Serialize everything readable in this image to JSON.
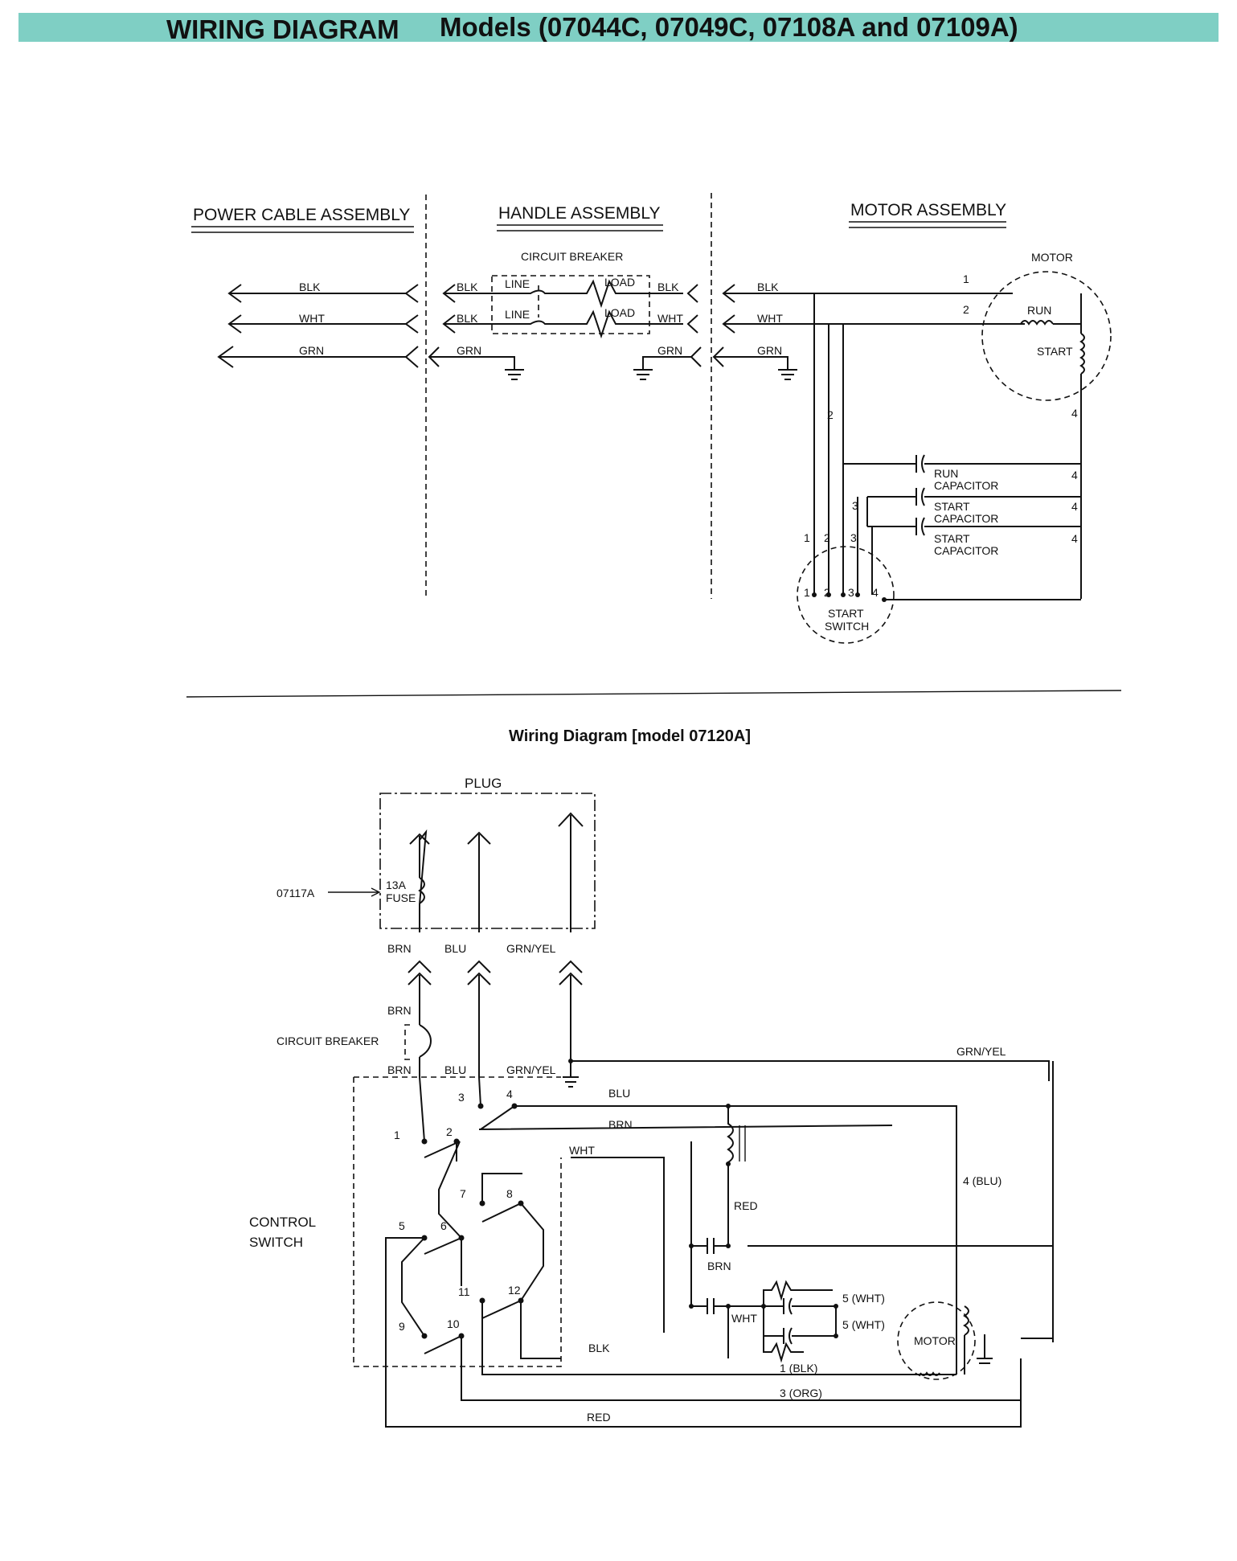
{
  "title": {
    "left": "WIRING DIAGRAM",
    "right": "Models (07044C, 07049C, 07108A and 07109A)"
  },
  "top_diagram": {
    "sections": {
      "power_cable": "POWER CABLE ASSEMBLY",
      "handle": "HANDLE ASSEMBLY",
      "motor": "MOTOR ASSEMBLY"
    },
    "circuit_breaker": "CIRCUIT BREAKER",
    "line": "LINE",
    "load": "LOAD",
    "wires": {
      "blk": "BLK",
      "wht": "WHT",
      "grn": "GRN"
    },
    "motor": {
      "label": "MOTOR",
      "run": "RUN",
      "start": "START"
    },
    "run_capacitor": {
      "line1": "RUN",
      "line2": "CAPACITOR"
    },
    "start_capacitor": {
      "line1": "START",
      "line2": "CAPACITOR"
    },
    "start_switch": {
      "line1": "START",
      "line2": "SWITCH"
    },
    "terminals": {
      "t1": "1",
      "t2": "2",
      "t3": "3",
      "t4": "4"
    }
  },
  "bottom_diagram": {
    "title": "Wiring Diagram [model 07120A]",
    "plug": "PLUG",
    "part_number": "07117A",
    "fuse": {
      "line1": "13A",
      "line2": "FUSE"
    },
    "circuit_breaker": "CIRCUIT BREAKER",
    "control_switch": {
      "line1": "CONTROL",
      "line2": "SWITCH"
    },
    "motor": "MOTOR",
    "wires": {
      "brn": "BRN",
      "blu": "BLU",
      "grn_yel": "GRN/YEL",
      "wht": "WHT",
      "red": "RED",
      "blk": "BLK"
    },
    "leads": {
      "lead4": "4 (BLU)",
      "lead5": "5 (WHT)",
      "lead1": "1 (BLK)",
      "lead3": "3 (ORG)"
    },
    "switch_terminals": [
      "1",
      "2",
      "3",
      "4",
      "5",
      "6",
      "7",
      "8",
      "9",
      "10",
      "11",
      "12"
    ]
  }
}
